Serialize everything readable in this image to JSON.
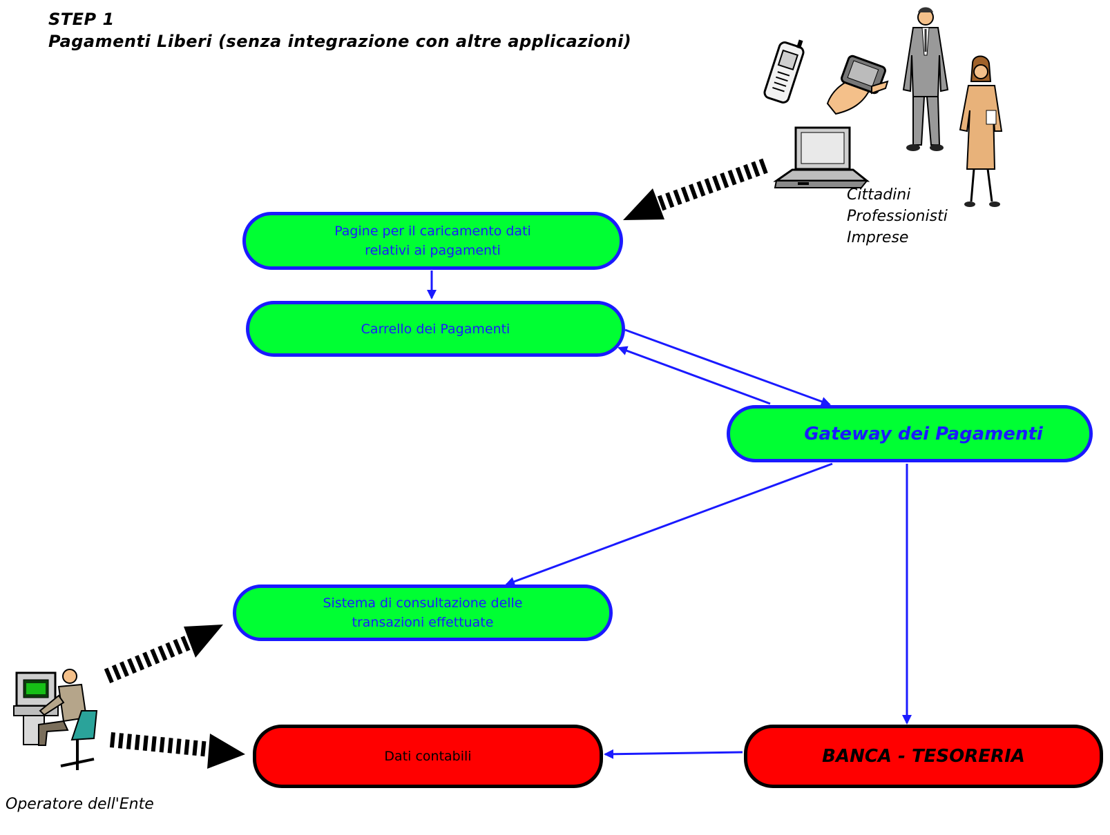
{
  "title": {
    "step": "STEP 1",
    "subtitle": "Pagamenti Liberi (senza integrazione con altre applicazioni)"
  },
  "nodes": {
    "pagine": "Pagine per il caricamento dati\nrelativi ai pagamenti",
    "carrello": "Carrello dei Pagamenti",
    "gateway": "Gateway dei Pagamenti",
    "sistema": "Sistema di consultazione delle\ntransazioni effettuate",
    "dati": "Dati contabili",
    "banca": "BANCA - TESORERIA"
  },
  "actors": {
    "users": "Cittadini\nProfessionisti\nImprese",
    "operator": "Operatore dell'Ente"
  },
  "icons": [
    "mobile-phone-icon",
    "pda-hand-icon",
    "laptop-icon",
    "businessman-icon",
    "businesswoman-icon",
    "operator-at-computer-icon"
  ],
  "colors": {
    "node_green": "#00ff33",
    "node_red": "#ff0000",
    "connector_blue": "#1a1aff",
    "access_arrow": "#000000"
  }
}
